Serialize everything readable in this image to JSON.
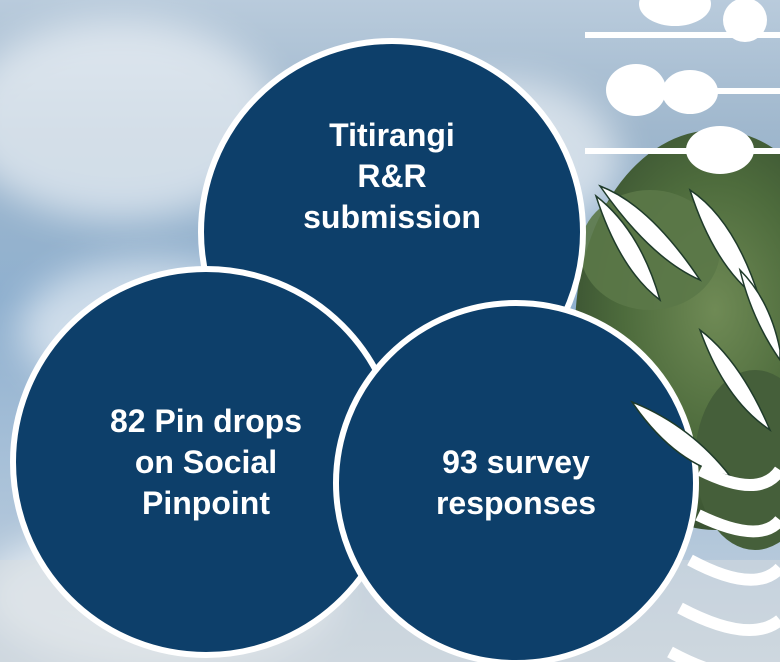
{
  "circles": {
    "top": "Titirangi\nR&R\nsubmission",
    "left": "82 Pin drops\non Social\nPinpoint",
    "right": "93 survey\nresponses"
  },
  "colors": {
    "circle_fill": "#0d3f6a",
    "circle_border": "#ffffff",
    "text": "#ffffff"
  },
  "icons": [
    "sky-background",
    "tree-photo",
    "pin-lines-pattern",
    "leaf-pattern",
    "arc-pattern"
  ]
}
